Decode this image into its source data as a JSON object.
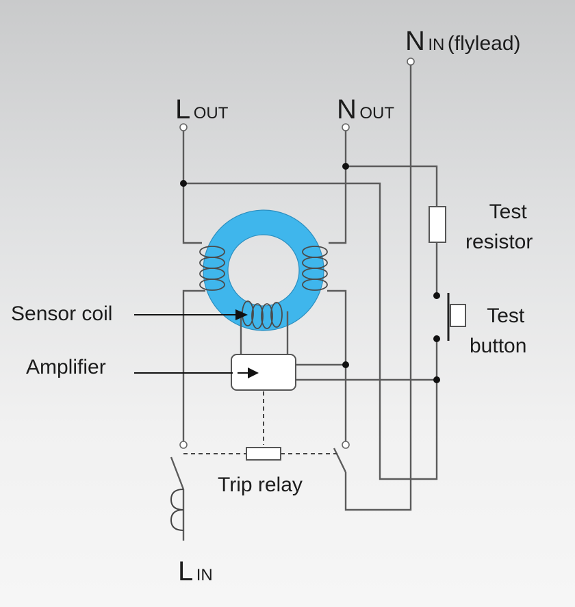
{
  "terminals": {
    "n_in": {
      "letter": "N",
      "sub": "IN",
      "note": "(flylead)"
    },
    "l_out": {
      "letter": "L",
      "sub": "OUT"
    },
    "n_out": {
      "letter": "N",
      "sub": "OUT"
    },
    "l_in": {
      "letter": "L",
      "sub": "IN"
    }
  },
  "labels": {
    "test_resistor": [
      "Test",
      "resistor"
    ],
    "test_button": [
      "Test",
      "button"
    ],
    "sensor_coil": "Sensor coil",
    "amplifier": "Amplifier",
    "trip_relay": "Trip relay"
  },
  "colors": {
    "toroid": "#3fb6ec",
    "wire": "#5b5b5b",
    "background_top": "#c9cacb",
    "background_bottom": "#f6f6f6"
  }
}
